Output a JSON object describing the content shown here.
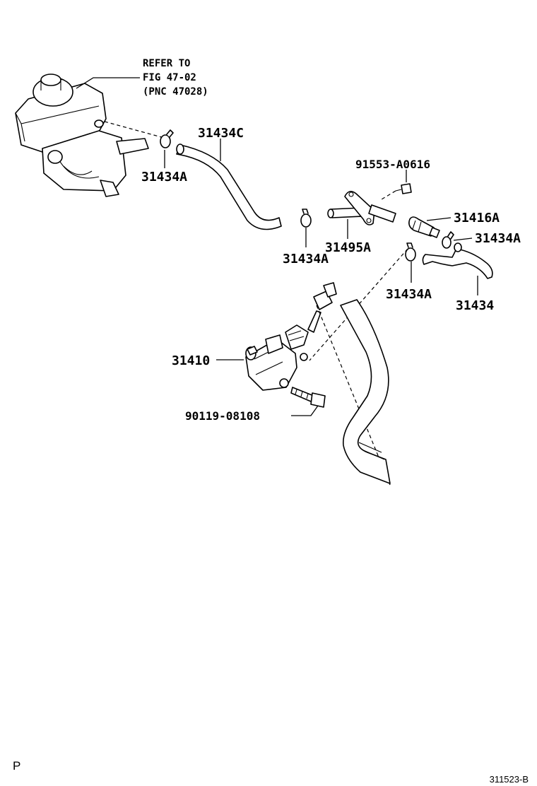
{
  "reference_note": {
    "line1": "REFER TO",
    "line2": "FIG 47-02",
    "line3": "(PNC 47028)"
  },
  "parts": {
    "hose_upper": "31434C",
    "clip_left": "31434A",
    "clip_middle": "31434A",
    "clip_right_upper": "31434A",
    "clip_right_lower": "31434A",
    "bolt_bracket": "91553-A0616",
    "union_fitting": "31416A",
    "pipe_bracket": "31495A",
    "hose_lower": "31434",
    "master_cylinder": "31410",
    "bolt_pushrod": "90119-08108"
  },
  "footer": {
    "page_id": "P",
    "figure_code": "311523-B"
  }
}
